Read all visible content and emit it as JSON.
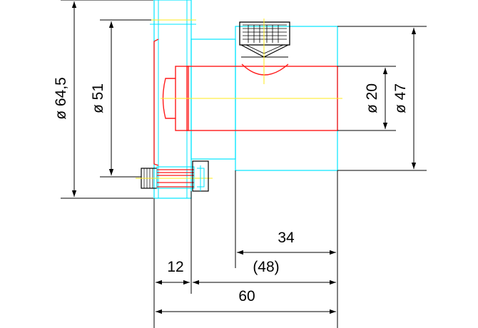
{
  "colors": {
    "background": "#ffffff",
    "dimension": "#000000",
    "outline_cyan": "#00e5ff",
    "part_red": "#ff1a1a",
    "centerline_yellow": "#ffe81a",
    "hatch_dark": "#000000"
  },
  "dimensions": {
    "dia_outer_flange": "ø 64,5",
    "dia_bolt_circle": "ø 51",
    "dia_shaft": "ø 20",
    "dia_body": "ø 47",
    "len_flange": "12",
    "len_body": "34",
    "len_body_ref": "(48)",
    "len_total": "60"
  }
}
